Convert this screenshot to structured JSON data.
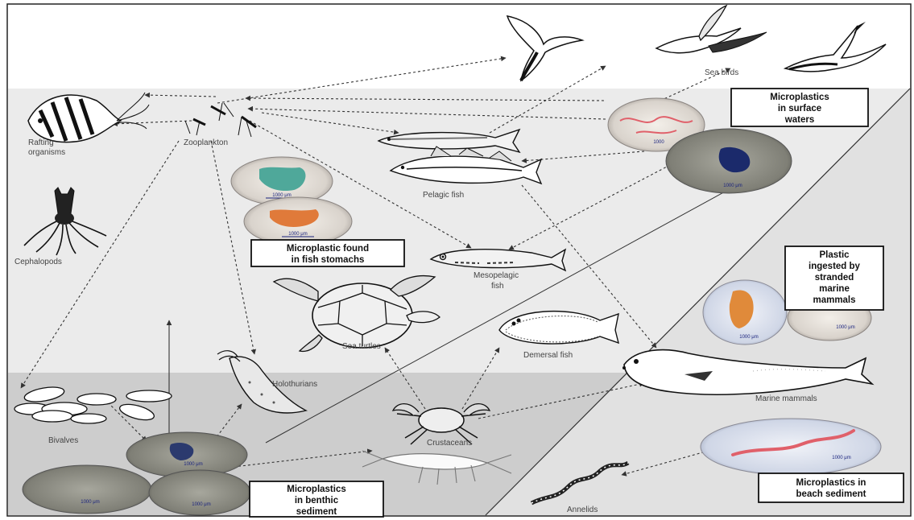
{
  "labels": {
    "sea_birds": "Sea birds",
    "rafting_1": "Rafting",
    "rafting_2": "organisms",
    "zooplankton": "Zooplankton",
    "pelagic_fish": "Pelagic fish",
    "cephalopods": "Cephalopods",
    "mesopelagic_1": "Mesopelagic",
    "mesopelagic_2": "fish",
    "sea_turtles": "Sea turtles",
    "demersal_fish": "Demersal fish",
    "holothurians": "Holothurians",
    "bivalves": "Bivalves",
    "crustaceans": "Crustaceans",
    "marine_mammals": "Marine mammals",
    "annelids": "Annelids"
  },
  "boxes": {
    "surface_waters": [
      "Microplastics",
      "in surface",
      "waters"
    ],
    "fish_stomachs": [
      "Microplastic found",
      "in fish stomachs"
    ],
    "stranded_mammals": [
      "Plastic",
      "ingested by",
      "stranded",
      "marine",
      "mammals"
    ],
    "benthic_sediment": [
      "Microplastics",
      "in benthic",
      "sediment"
    ],
    "beach_sediment": [
      "Microplastics in",
      "beach sediment"
    ]
  },
  "scale_labels": {
    "stomach_green": "1000 μm",
    "stomach_orange": "1000 μm",
    "surface_red": "1000",
    "surface_blue": "1000 μm",
    "mammal_orange": "1000 μm",
    "mammal_pink": "1000 μm",
    "benthic_top": "1000 μm",
    "benthic_left": "1000 μm",
    "benthic_right": "1000 μm",
    "beach": "1000 μm"
  },
  "colors": {
    "sky": "#ffffff",
    "water": "#ebebeb",
    "seabed": "#cdcdcd",
    "beach": "#e2e2e2",
    "particle_green": "#4fa89a",
    "particle_orange": "#e07a3a",
    "particle_blue": "#1b2a6b",
    "particle_red": "#e0606a"
  }
}
